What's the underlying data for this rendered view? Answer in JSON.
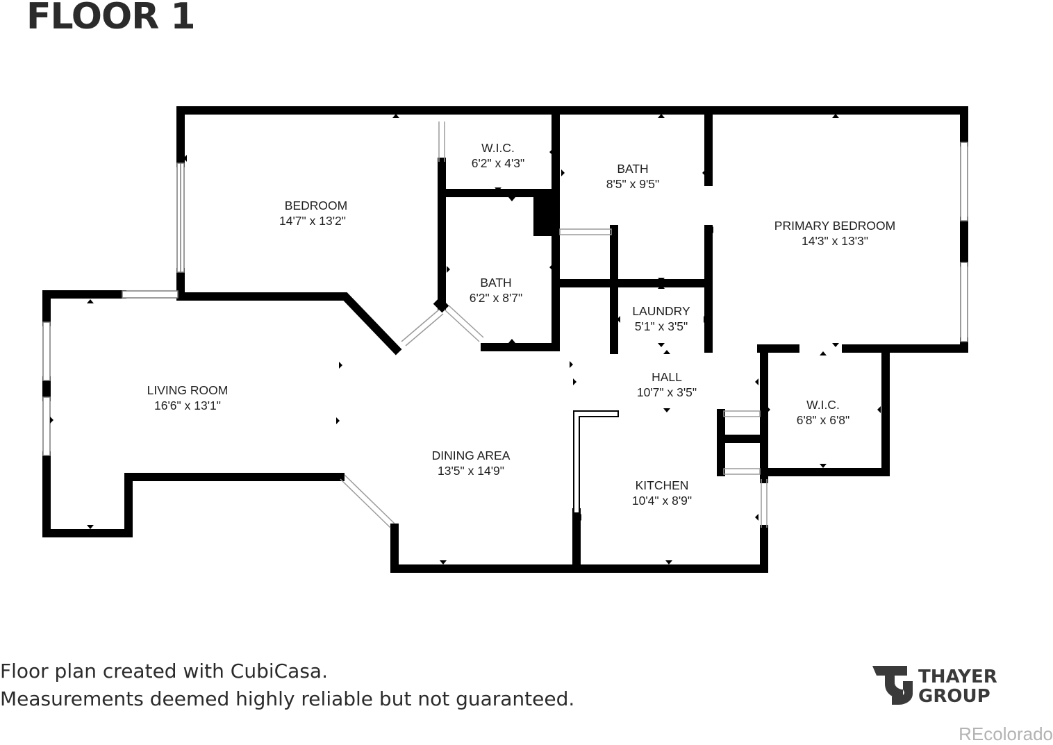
{
  "floor_title": "FLOOR 1",
  "rooms": {
    "bedroom": {
      "name": "BEDROOM",
      "dims": "14'7\" x 13'2\""
    },
    "wic_1": {
      "name": "W.I.C.",
      "dims": "6'2\" x 4'3\""
    },
    "bath_1": {
      "name": "BATH",
      "dims": "8'5\" x 9'5\""
    },
    "primary_bedroom": {
      "name": "PRIMARY BEDROOM",
      "dims": "14'3\" x 13'3\""
    },
    "bath_2": {
      "name": "BATH",
      "dims": "6'2\" x 8'7\""
    },
    "laundry": {
      "name": "LAUNDRY",
      "dims": "5'1\" x 3'5\""
    },
    "living_room": {
      "name": "LIVING ROOM",
      "dims": "16'6\" x 13'1\""
    },
    "hall": {
      "name": "HALL",
      "dims": "10'7\" x 3'5\""
    },
    "wic_2": {
      "name": "W.I.C.",
      "dims": "6'8\" x 6'8\""
    },
    "dining_area": {
      "name": "DINING AREA",
      "dims": "13'5\" x 14'9\""
    },
    "kitchen": {
      "name": "KITCHEN",
      "dims": "10'4\" x 8'9\""
    }
  },
  "footer": {
    "line1": "Floor plan created with CubiCasa.",
    "line2": "Measurements deemed highly reliable but not guaranteed."
  },
  "logo": {
    "line1": "THAYER",
    "line2": "GROUP"
  },
  "watermark": "REcolorado",
  "colors": {
    "wall": "#000000",
    "text": "#1f1f1f",
    "title": "#2b2b2b",
    "watermark": "#b3b3b3"
  }
}
